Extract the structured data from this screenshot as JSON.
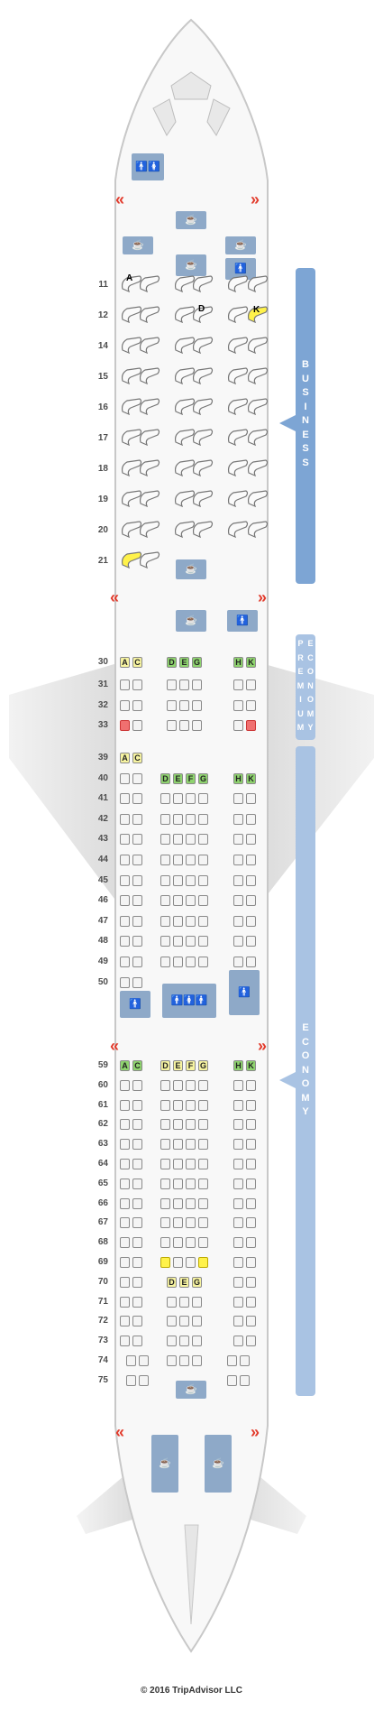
{
  "copyright": "© 2016 TripAdvisor LLC",
  "cabins": {
    "business": {
      "letters": [
        "B",
        "U",
        "S",
        "I",
        "N",
        "E",
        "S",
        "S"
      ]
    },
    "premium": {
      "letters": [
        "P",
        "R",
        "E",
        "M",
        "I",
        "U",
        "M",
        "E",
        "C",
        "O",
        "N",
        "O",
        "M",
        "Y"
      ]
    },
    "economy": {
      "letters": [
        "E",
        "C",
        "O",
        "N",
        "O",
        "M",
        "Y"
      ]
    }
  },
  "business_rows": [
    "11",
    "12",
    "14",
    "15",
    "16",
    "17",
    "18",
    "19",
    "20",
    "21"
  ],
  "business_letters": {
    "A": "A",
    "D": "D",
    "K": "K"
  },
  "premium_rows": [
    "30",
    "31",
    "32",
    "33"
  ],
  "premium_letters": {
    "A": "A",
    "C": "C",
    "D": "D",
    "E": "E",
    "G": "G",
    "H": "H",
    "K": "K"
  },
  "economy_rows_1": [
    "39",
    "40",
    "41",
    "42",
    "43",
    "44",
    "45",
    "46",
    "47",
    "48",
    "49",
    "50"
  ],
  "economy_letters_1": {
    "A": "A",
    "C": "C",
    "D": "D",
    "E": "E",
    "F": "F",
    "G": "G",
    "H": "H",
    "K": "K"
  },
  "economy_rows_2": [
    "59",
    "60",
    "61",
    "62",
    "63",
    "64",
    "65",
    "66",
    "67",
    "68",
    "69",
    "70",
    "71",
    "72",
    "73",
    "74",
    "75"
  ],
  "economy_letters_2": {
    "A": "A",
    "C": "C",
    "D": "D",
    "E": "E",
    "F": "F",
    "G": "G",
    "H": "H",
    "K": "K"
  },
  "economy_letters_3": {
    "D": "D",
    "E": "E",
    "G": "G"
  },
  "icons": {
    "lavatory": "lavatory-icon",
    "galley": "galley-icon",
    "exit": "exit-arrow-icon",
    "bassinet": "bassinet-icon"
  },
  "colors": {
    "cabin_bar": "#7da5d4",
    "premium_bar": "#a9c3e3",
    "exit": "#e23b2c",
    "limited_seat": "#fff24a",
    "restricted_seat": "#f07070",
    "extra_legroom": "#8ed36e"
  }
}
